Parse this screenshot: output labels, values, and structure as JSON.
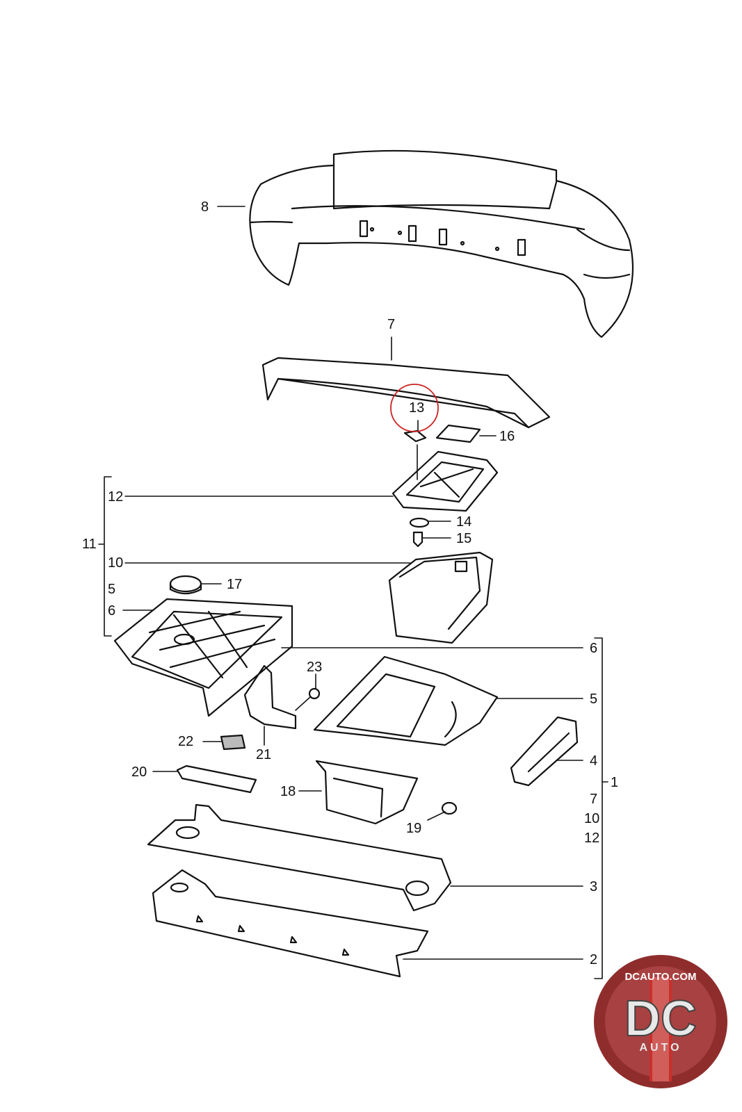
{
  "diagram": {
    "callouts": [
      {
        "id": "c8",
        "text": "8"
      },
      {
        "id": "c7",
        "text": "7"
      },
      {
        "id": "c13",
        "text": "13"
      },
      {
        "id": "c16",
        "text": "16"
      },
      {
        "id": "c12a",
        "text": "12"
      },
      {
        "id": "c14",
        "text": "14"
      },
      {
        "id": "c15",
        "text": "15"
      },
      {
        "id": "c11",
        "text": "11"
      },
      {
        "id": "c10a",
        "text": "10"
      },
      {
        "id": "c17",
        "text": "17"
      },
      {
        "id": "c5a",
        "text": "5"
      },
      {
        "id": "c6a",
        "text": "6"
      },
      {
        "id": "c6b",
        "text": "6"
      },
      {
        "id": "c23",
        "text": "23"
      },
      {
        "id": "c5b",
        "text": "5"
      },
      {
        "id": "c22",
        "text": "22"
      },
      {
        "id": "c21",
        "text": "21"
      },
      {
        "id": "c4",
        "text": "4"
      },
      {
        "id": "c20",
        "text": "20"
      },
      {
        "id": "c18",
        "text": "18"
      },
      {
        "id": "c1",
        "text": "1"
      },
      {
        "id": "c7b",
        "text": "7"
      },
      {
        "id": "c10b",
        "text": "10"
      },
      {
        "id": "c12b",
        "text": "12"
      },
      {
        "id": "c19",
        "text": "19"
      },
      {
        "id": "c3",
        "text": "3"
      },
      {
        "id": "c2",
        "text": "2"
      }
    ],
    "highlight": {
      "target": "13",
      "color": "#cc2222"
    }
  },
  "logo": {
    "site": "DCAUTO.COM",
    "letters": "DC",
    "word": "AUTO",
    "colors": {
      "ring": "#8f2d2d",
      "stripe": "#c9302c",
      "letters": "#e8e8e8"
    }
  }
}
